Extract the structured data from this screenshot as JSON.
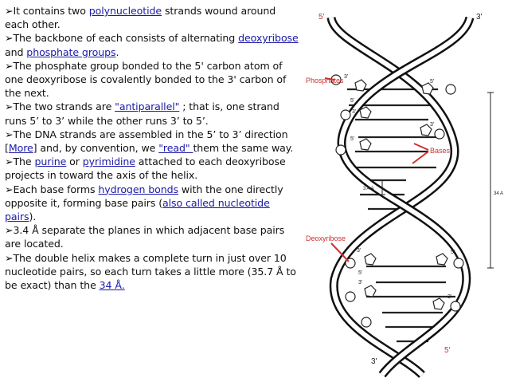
{
  "paragraphs": [
    {
      "segments": [
        {
          "t": "It contains two ",
          "link": false
        },
        {
          "t": "polynucleotide",
          "link": true
        },
        {
          "t": " strands wound around each other.",
          "link": false
        }
      ]
    },
    {
      "segments": [
        {
          "t": "The backbone of each consists of alternating ",
          "link": false
        },
        {
          "t": "deoxyribose",
          "link": true
        },
        {
          "t": " and ",
          "link": false
        },
        {
          "t": "phosphate groups",
          "link": true
        },
        {
          "t": ".",
          "link": false
        }
      ]
    },
    {
      "segments": [
        {
          "t": "The phosphate group bonded to the 5' carbon atom of one deoxyribose is covalently bonded to the 3' carbon of the next.",
          "link": false
        }
      ]
    },
    {
      "segments": [
        {
          "t": "The two strands are ",
          "link": false
        },
        {
          "t": "\"antiparallel\"",
          "link": true
        },
        {
          "t": " ; that is, one strand runs 5’ to 3’ while the other runs 3’ to 5’.",
          "link": false
        }
      ]
    },
    {
      "segments": [
        {
          "t": "The DNA strands are assembled in the 5’ to 3’ direction [",
          "link": false
        },
        {
          "t": "More",
          "link": true
        },
        {
          "t": "] and, by convention, we ",
          "link": false
        },
        {
          "t": "\"read\" ",
          "link": true
        },
        {
          "t": "them the same way.",
          "link": false
        }
      ]
    },
    {
      "segments": [
        {
          "t": "The ",
          "link": false
        },
        {
          "t": "purine",
          "link": true
        },
        {
          "t": " or ",
          "link": false
        },
        {
          "t": "pyrimidine",
          "link": true
        },
        {
          "t": " attached to each deoxyribose projects in toward the axis of the helix.",
          "link": false
        }
      ]
    },
    {
      "segments": [
        {
          "t": "Each base forms ",
          "link": false
        },
        {
          "t": "hydrogen bonds",
          "link": true
        },
        {
          "t": " with the one directly opposite it, forming base pairs (",
          "link": false
        },
        {
          "t": "also called nucleotide pairs",
          "link": true
        },
        {
          "t": ").",
          "link": false
        }
      ]
    },
    {
      "segments": [
        {
          "t": "3.4 Å separate the planes in which adjacent base pairs are located.",
          "link": false
        }
      ]
    },
    {
      "segments": [
        {
          "t": "The double helix makes a complete turn in just over 10 nucleotide pairs, so each turn takes a little more (35.7 Å to be exact) than the ",
          "link": false
        },
        {
          "t": "34 Å.",
          "link": true
        }
      ]
    }
  ],
  "bullet_char": "➢",
  "link_color": "#1a1aa8",
  "figure": {
    "labels": {
      "top_left": "5'",
      "top_right": "3'",
      "bottom_left": "3'",
      "bottom_right": "5'",
      "phosphates": "Phosphates",
      "bases": "Bases",
      "deoxyribose": "Deoxyribose",
      "spacing": "3.4 A",
      "pitch": "34 A"
    },
    "sugar_labels": [
      "3'",
      "5'",
      "3'",
      "5'",
      "5'",
      "3'",
      "3'",
      "3'",
      "5'",
      "5'",
      "3'"
    ],
    "label_color": "#d03030"
  }
}
